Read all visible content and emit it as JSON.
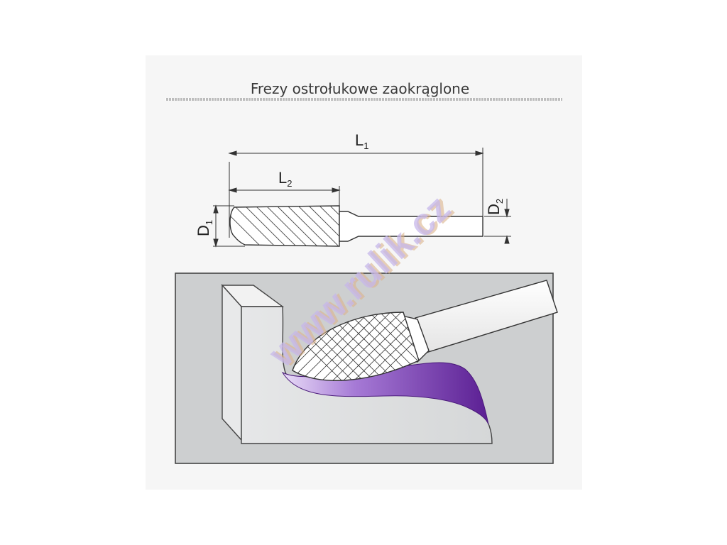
{
  "title": "Frezy ostrołukowe zaokrąglone",
  "dimensions": {
    "L1": {
      "main": "L",
      "sub": "1"
    },
    "L2": {
      "main": "L",
      "sub": "2"
    },
    "D1": {
      "main": "D",
      "sub": "1"
    },
    "D2": {
      "main": "D",
      "sub": "2"
    }
  },
  "watermark": "www.rulik.cz",
  "colors": {
    "background_panel": "#f6f6f6",
    "workpiece": "#cdcfd0",
    "cut_surface": "#7a2fb0",
    "cut_highlight": "#d8c2ee",
    "watermark": "#c7b8ea",
    "watermark_shadow": "#d9b48a"
  },
  "icons": [
    "rotary-burr-icon",
    "workpiece-block-icon"
  ]
}
